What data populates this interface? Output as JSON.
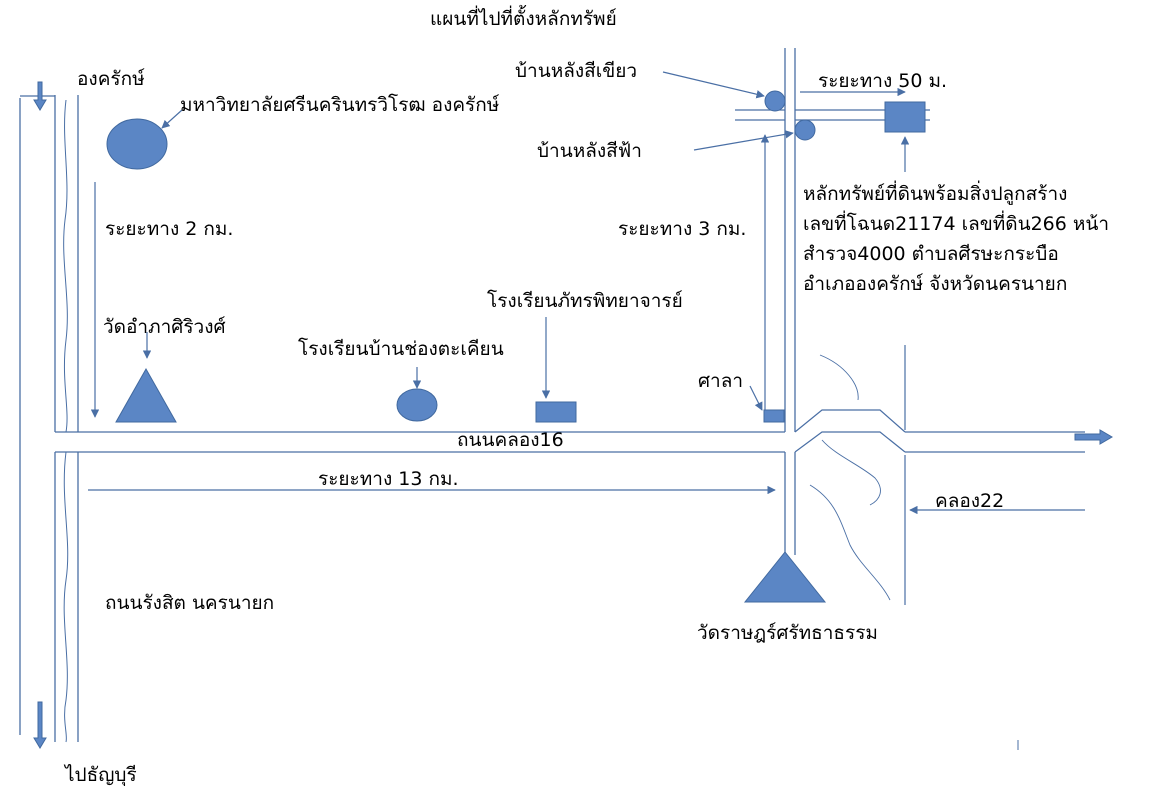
{
  "title": "แผนที่ไปที่ตั้งหลักทรัพย์",
  "colors": {
    "road_line": "#4a6fa5",
    "symbol_fill": "#5b86c5",
    "symbol_stroke": "#41699f",
    "arrow": "#4a6fa5"
  },
  "labels": {
    "ongkharak_top": "องครักษ์",
    "university": "มหาวิทยาลัยศรีนครินทรวิโรฒ องครักษ์",
    "dist_2km": "ระยะทาง 2 กม.",
    "wat_amphasiriwong": "วัดอำภาศิริวงศ์",
    "school_chongtakhian": "โรงเรียนบ้านช่องตะเคียน",
    "school_phattharaphitthaya": "โรงเรียนภัทรพิทยาจารย์",
    "sala": "ศาลา",
    "road_khlong16": "ถนนคลอง16",
    "dist_13km": "ระยะทาง 13 กม.",
    "road_rangsit": "ถนนรังสิต นครนายก",
    "to_thanyaburi": "ไปธัญบุรี",
    "dist_3km": "ระยะทาง 3 กม.",
    "green_house": "บ้านหลังสีเขียว",
    "blue_house": "บ้านหลังสีฟ้า",
    "dist_50m": "ระยะทาง 50 ม.",
    "khlong22": "คลอง22",
    "wat_ratsattha": "วัดราษฎร์ศรัทธาธรรม"
  },
  "property": {
    "line1": "หลักทรัพย์ที่ดินพร้อมสิ่งปลูกสร้าง",
    "line2": "เลขที่โฉนด21174 เลขที่ดิน266 หน้า",
    "line3": "สำรวจ4000 ตำบลศีรษะกระบือ",
    "line4": "อำเภอองครักษ์ จังหวัดนครนายก"
  }
}
